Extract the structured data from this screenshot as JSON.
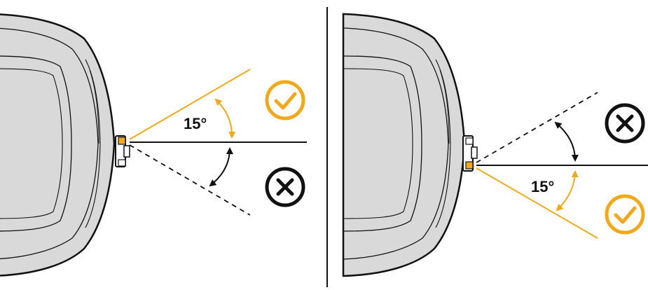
{
  "colors": {
    "accent": "#F0A91C",
    "ink": "#111111",
    "body_fill": "#D9D9D9",
    "background": "#FFFFFF"
  },
  "panels": [
    {
      "id": "left",
      "angle_label": "15°",
      "correct_direction": "upward",
      "incorrect_direction": "downward",
      "check_icon": "check-circle-icon",
      "cross_icon": "x-circle-icon"
    },
    {
      "id": "right",
      "angle_label": "15°",
      "correct_direction": "downward",
      "incorrect_direction": "upward",
      "check_icon": "check-circle-icon",
      "cross_icon": "x-circle-icon"
    }
  ]
}
